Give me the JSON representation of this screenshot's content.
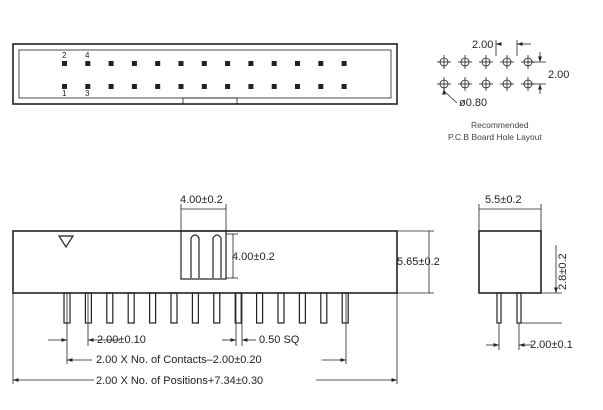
{
  "top_view": {
    "pin_labels": [
      "2",
      "4",
      "1",
      "3"
    ]
  },
  "pcb_layout": {
    "pitch_horizontal": "2.00",
    "pitch_vertical": "2.00",
    "hole_diameter": "ø0.80",
    "note_line1": "Recommended",
    "note_line2": "P.C.B Board Hole Layout"
  },
  "front_view": {
    "pin_top_width": "4.00±0.2",
    "pin_height_detail": "4.00±0.2",
    "overall_height": "5.65±0.2",
    "pitch": "2.00±0.10",
    "pin_size": "0.50 SQ",
    "contacts_formula": "2.00 X No. of Contacts–2.00±0.20",
    "positions_formula": "2.00 X No. of Positions+7.34±0.30"
  },
  "side_view": {
    "width": "5.5±0.2",
    "pin_length": "2.8±0.2",
    "pin_pitch": "2.00±0.1"
  }
}
